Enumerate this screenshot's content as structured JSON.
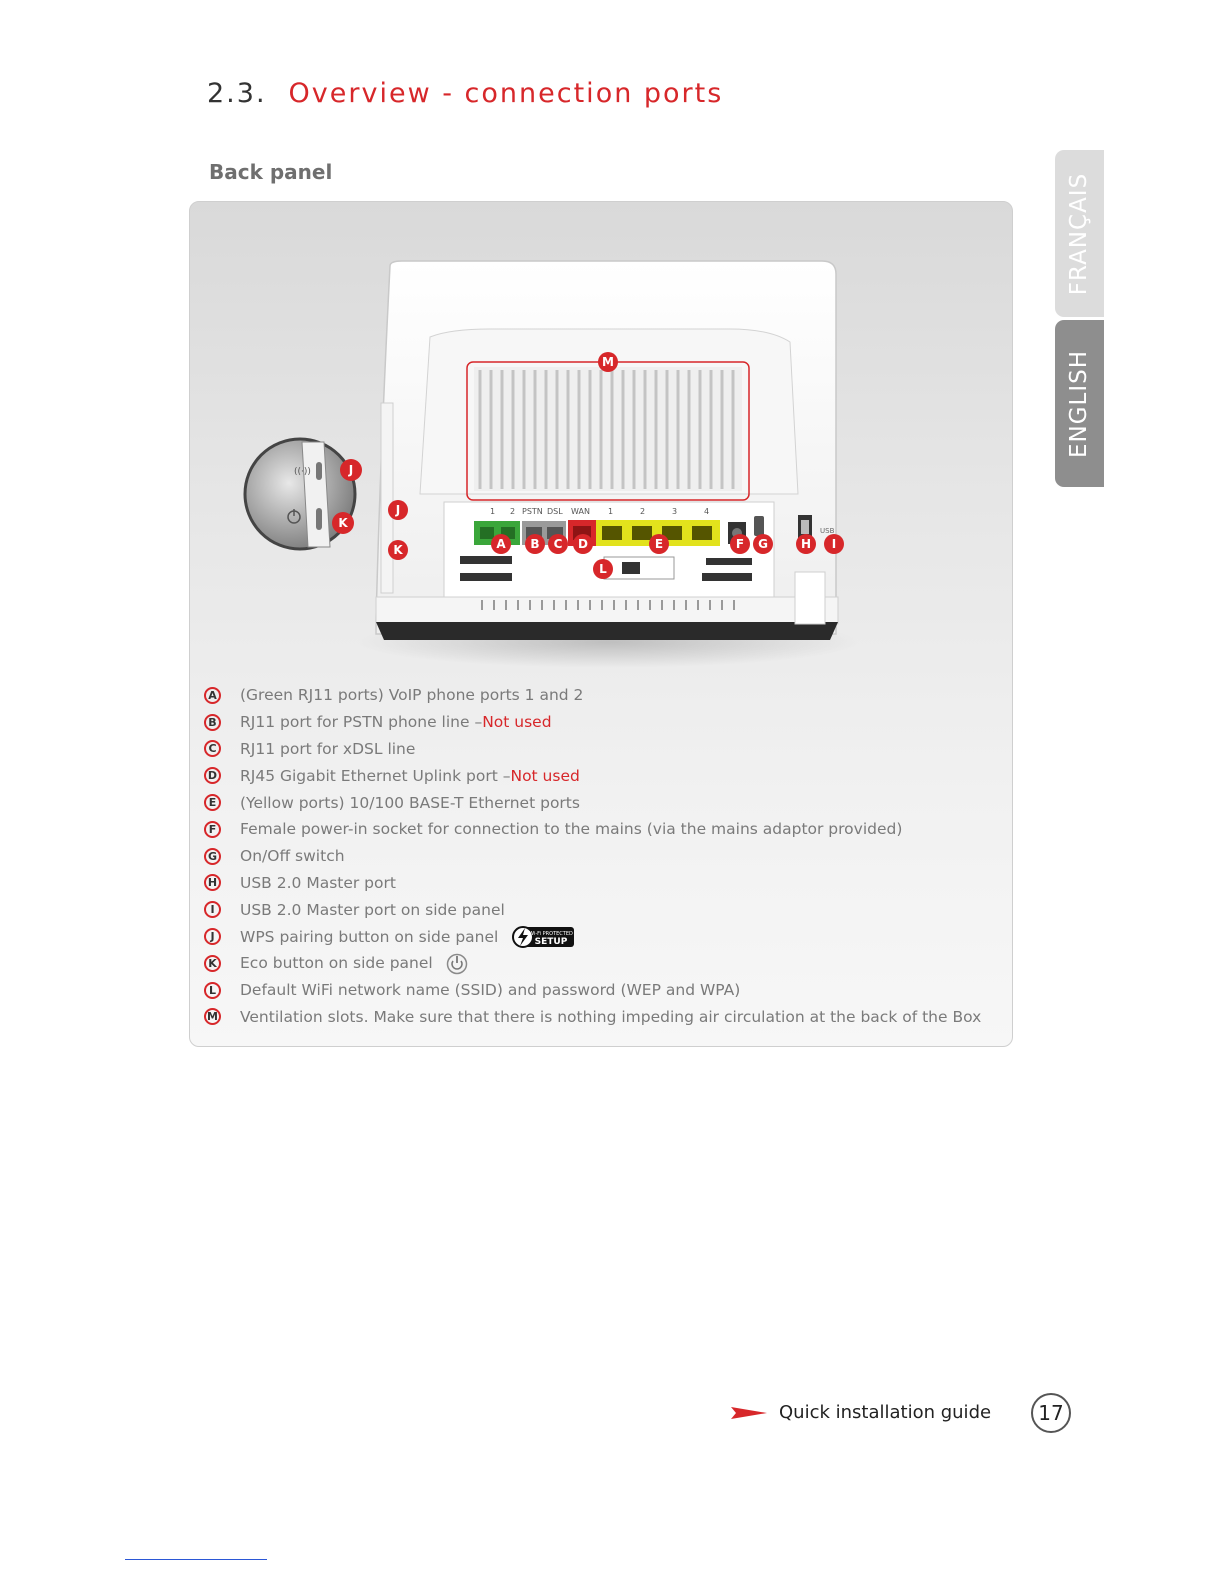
{
  "header": {
    "section_number": "2.3.",
    "section_title": "Overview - connection ports",
    "subheading": "Back panel"
  },
  "language_tabs": [
    {
      "label": "FRANÇAIS",
      "active": false
    },
    {
      "label": "ENGLISH",
      "active": true
    }
  ],
  "router_diagram": {
    "port_labels": [
      "1",
      "2",
      "PSTN",
      "DSL",
      "WAN",
      "1",
      "2",
      "3",
      "4"
    ],
    "usb_label": "USB",
    "callouts": [
      "A",
      "B",
      "C",
      "D",
      "E",
      "F",
      "G",
      "H",
      "I",
      "J",
      "K",
      "L",
      "M"
    ]
  },
  "legend": [
    {
      "letter": "A",
      "text": "(Green RJ11 ports) VoIP phone ports 1 and 2",
      "note": ""
    },
    {
      "letter": "B",
      "text": "RJ11 port for PSTN phone line – ",
      "note": "Not used"
    },
    {
      "letter": "C",
      "text": "RJ11 port for xDSL line",
      "note": ""
    },
    {
      "letter": "D",
      "text": "RJ45 Gigabit Ethernet Uplink port – ",
      "note": "Not used"
    },
    {
      "letter": "E",
      "text": "(Yellow ports) 10/100 BASE-T Ethernet ports",
      "note": ""
    },
    {
      "letter": "F",
      "text": "Female power-in socket for connection to the mains (via the mains adaptor provided)",
      "note": ""
    },
    {
      "letter": "G",
      "text": "On/Off switch",
      "note": ""
    },
    {
      "letter": "H",
      "text": "USB 2.0 Master port",
      "note": ""
    },
    {
      "letter": "I",
      "text": "USB 2.0 Master port on side panel",
      "note": ""
    },
    {
      "letter": "J",
      "text": "WPS pairing button on side panel",
      "note": ""
    },
    {
      "letter": "K",
      "text": "Eco button on side panel",
      "note": ""
    },
    {
      "letter": "L",
      "text": "Default WiFi network name (SSID) and password (WEP and WPA)",
      "note": ""
    },
    {
      "letter": "M",
      "text": "Ventilation slots. Make sure that there is nothing impeding air circulation at the back of the Box",
      "note": ""
    }
  ],
  "wps_logo": {
    "top_text": "Wi-Fi PROTECTED",
    "bottom_text": "SETUP"
  },
  "footer": {
    "guide_label": "Quick installation guide",
    "page_number": "17"
  },
  "colors": {
    "accent_red": "#d7272a",
    "port_green": "#3aa63a",
    "port_yellow": "#e2e21c",
    "tab_active": "#8e8e8e",
    "tab_inactive": "#dcdcdc"
  }
}
